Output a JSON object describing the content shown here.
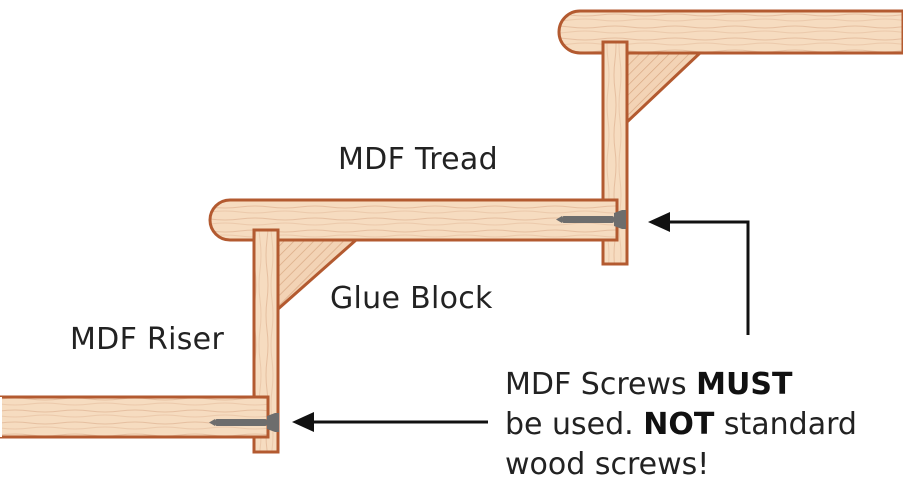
{
  "labels": {
    "tread": "MDF Tread",
    "glue_block": "Glue Block",
    "riser": "MDF Riser"
  },
  "note": {
    "line1_text": "MDF Screws ",
    "line1_bold": "MUST",
    "line2_text": "be used. ",
    "line2_bold": "NOT",
    "line2_rest": " standard",
    "line3_text": "wood screws!"
  },
  "colors": {
    "wood_fill": "#f6dcc0",
    "wood_outline": "#b35a30",
    "grain": "#e6bfa0",
    "screw": "#6d6d6d",
    "arrow": "#111111",
    "text": "#222222"
  }
}
